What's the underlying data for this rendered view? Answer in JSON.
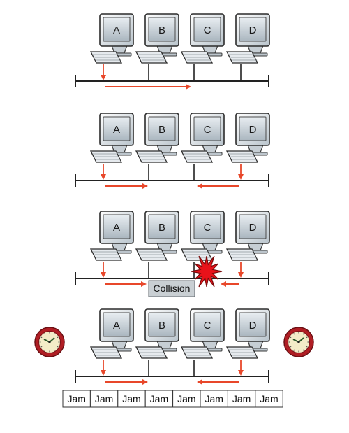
{
  "computers": [
    "A",
    "B",
    "C",
    "D"
  ],
  "collision_label": "Collision",
  "jam_label": "Jam",
  "jam_count": 8,
  "colors": {
    "arrow": "#e8472a",
    "bus": "#222222",
    "burst": "#e8121a",
    "clock_rim": "#b01e24",
    "clock_face": "#f3ecc8",
    "collision_box": "#c9cfd3"
  },
  "icons": {
    "computer": "desktop-computer-icon",
    "clock": "wall-clock-icon",
    "burst": "collision-burst-icon"
  },
  "panels": [
    {
      "name": "single-transmission",
      "transmitting": [
        "A"
      ],
      "collision": false,
      "jam": false
    },
    {
      "name": "simultaneous-transmission",
      "transmitting": [
        "A",
        "D"
      ],
      "collision": false,
      "jam": false
    },
    {
      "name": "collision-occurs",
      "transmitting": [
        "A",
        "D"
      ],
      "collision": true,
      "jam": false
    },
    {
      "name": "jam-signal",
      "transmitting": [
        "A",
        "D"
      ],
      "collision": false,
      "jam": true
    }
  ]
}
